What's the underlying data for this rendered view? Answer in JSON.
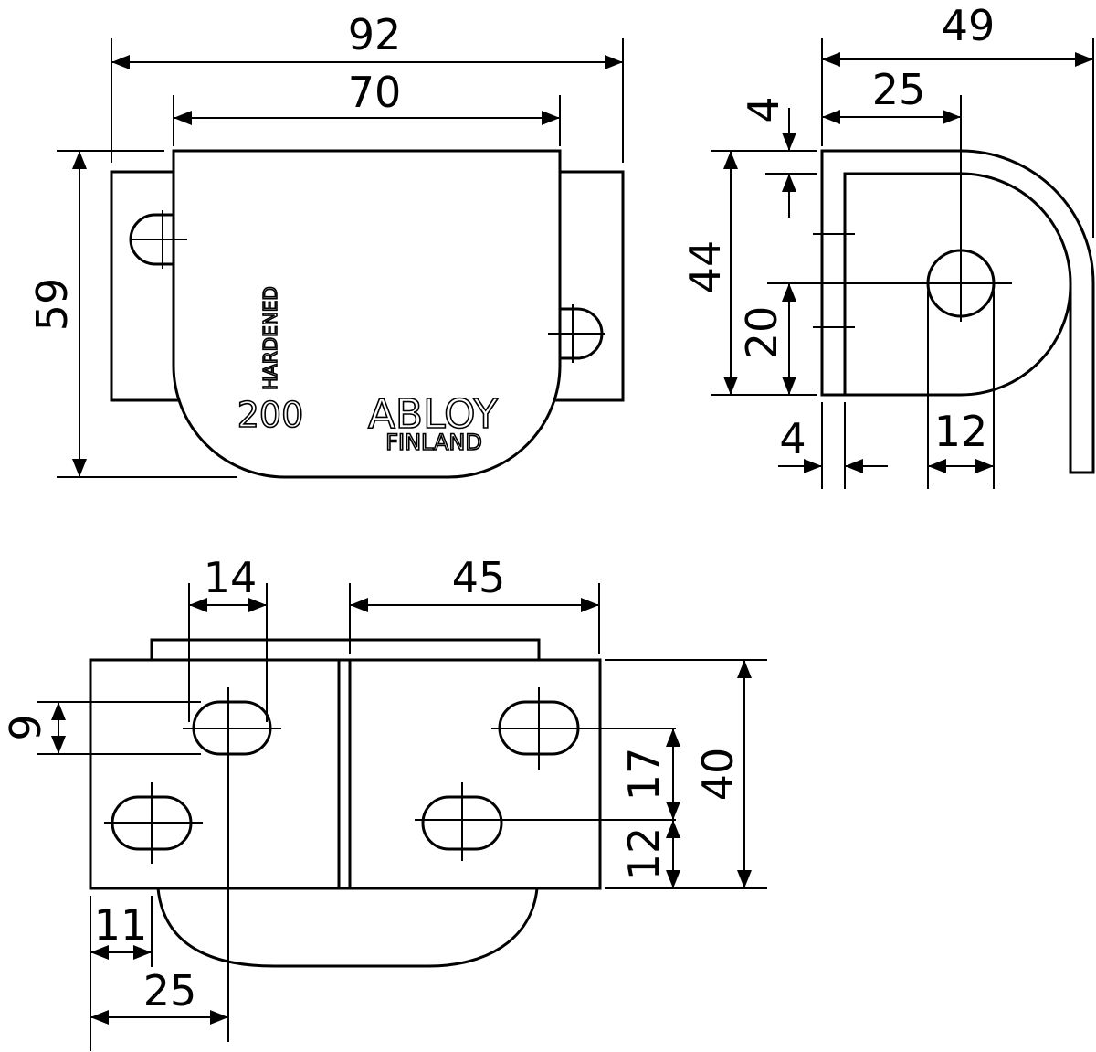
{
  "dimensions": {
    "front_overall_width": "92",
    "front_body_width": "70",
    "front_height": "59",
    "side_overall_depth": "49",
    "side_hole_offset": "25",
    "side_top_gap": "4",
    "side_height": "44",
    "side_hole_height": "20",
    "side_thickness": "4",
    "side_hole_diameter": "12",
    "bottom_slot_width": "14",
    "bottom_slot_spacing": "45",
    "bottom_slot_height": "9",
    "bottom_row_spacing": "17",
    "bottom_height": "40",
    "bottom_lower_offset": "12",
    "bottom_left_offset": "11",
    "bottom_slot_offset": "25"
  },
  "markings": {
    "hardened": "HARDENED",
    "model": "200",
    "brand": "ABLOY",
    "country": "FINLAND"
  }
}
